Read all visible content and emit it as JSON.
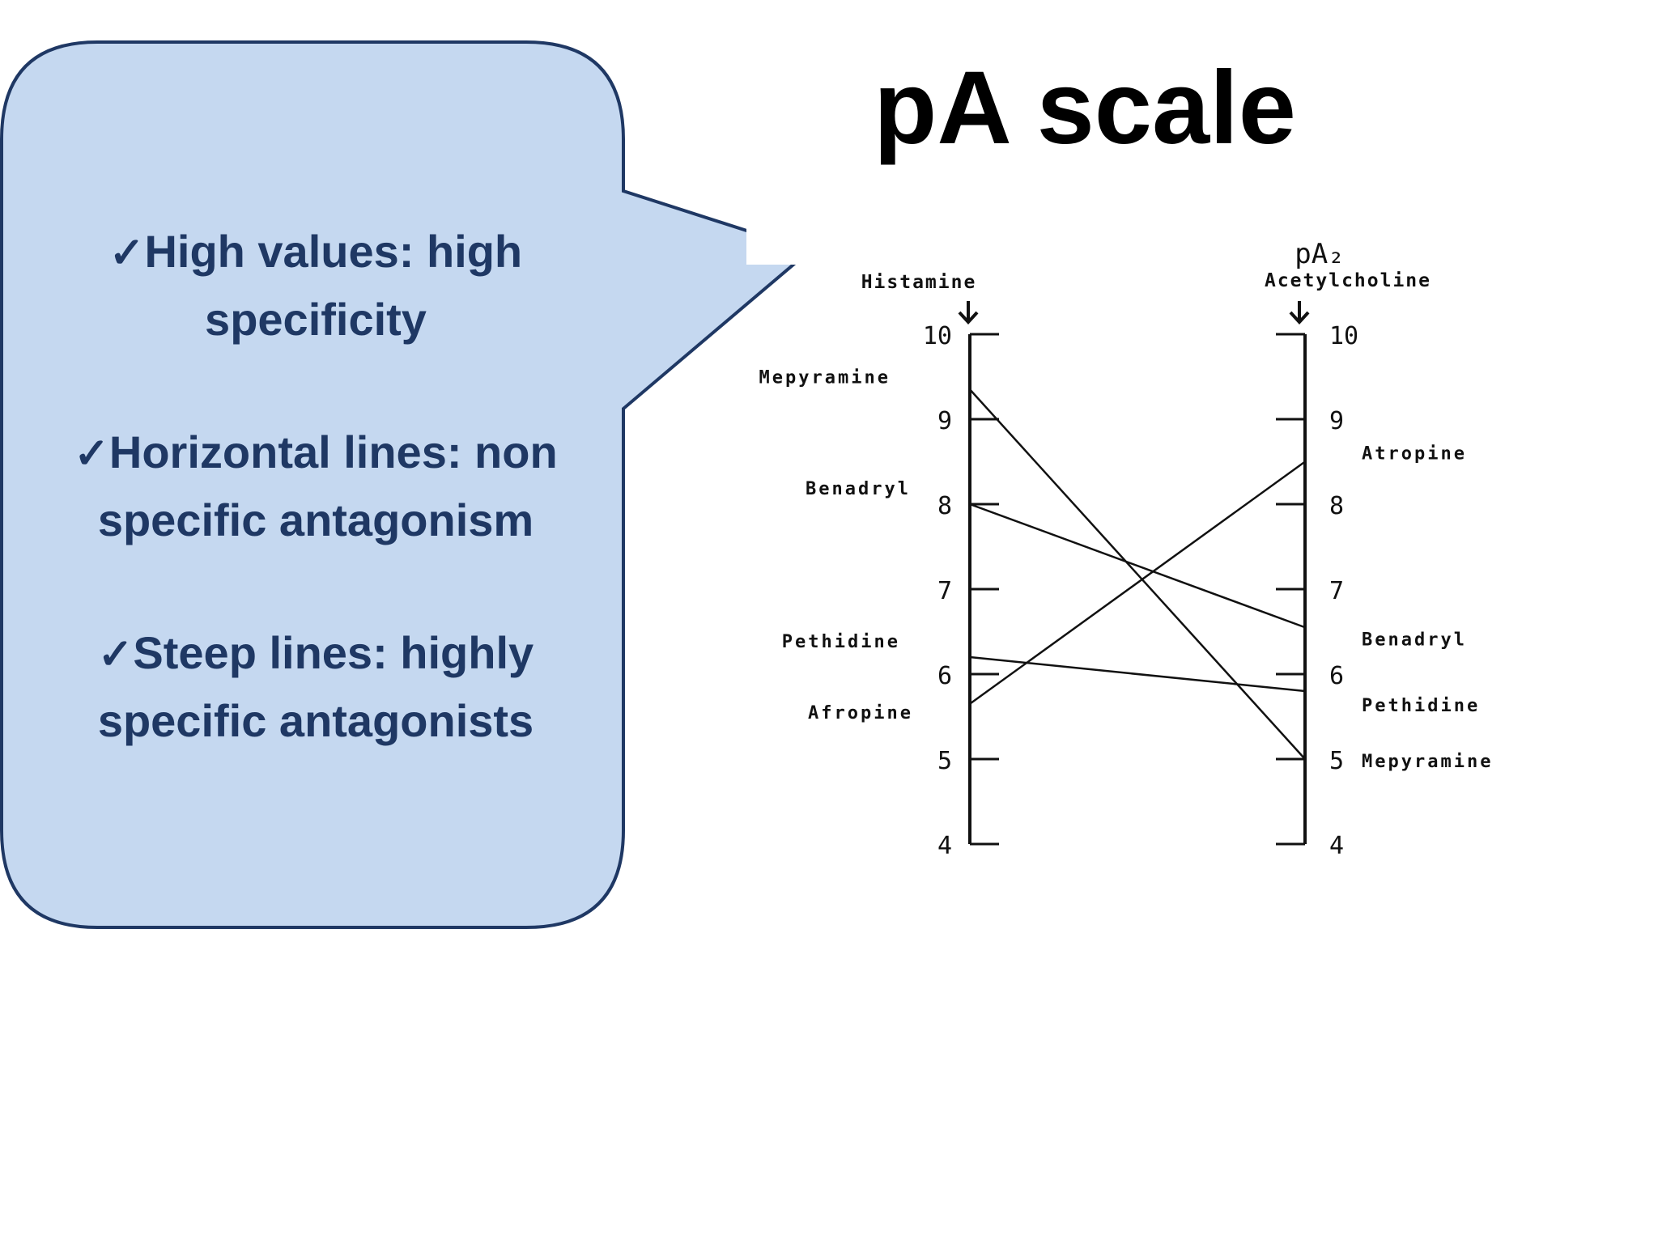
{
  "slide": {
    "title": "pA scale"
  },
  "callout": {
    "bullets": [
      {
        "check": "✓",
        "text": "High values: high specificity"
      },
      {
        "check": "✓",
        "text": "Horizontal lines: non specific antagonism"
      },
      {
        "check": "✓",
        "text": "Steep lines: highly specific antagonists"
      }
    ],
    "fill_color": "#c5d8f0",
    "border_color": "#1f3864"
  },
  "diagram": {
    "scale_label": "pA₂",
    "left_axis": {
      "agonist": "Histamine",
      "ticks": [
        "10",
        "9",
        "8",
        "7",
        "6",
        "5",
        "4"
      ]
    },
    "right_axis": {
      "agonist": "Acetylcholine",
      "ticks": [
        "10",
        "9",
        "8",
        "7",
        "6",
        "5",
        "4"
      ]
    },
    "antagonists": [
      {
        "name": "Mepyramine",
        "left_label": "Mepyramine",
        "right_label": "Mepyramine",
        "histamine_pA2": 9.35,
        "acetylcholine_pA2": 5.0
      },
      {
        "name": "Benadryl",
        "left_label": "Benadryl",
        "right_label": "Benadryl",
        "histamine_pA2": 8.0,
        "acetylcholine_pA2": 6.55
      },
      {
        "name": "Pethidine",
        "left_label": "Pethidine",
        "right_label": "Pethidine",
        "histamine_pA2": 6.2,
        "acetylcholine_pA2": 5.8
      },
      {
        "name": "Atropine",
        "left_label": "Afropine",
        "right_label": "Atropine",
        "histamine_pA2": 5.65,
        "acetylcholine_pA2": 8.5
      }
    ]
  }
}
